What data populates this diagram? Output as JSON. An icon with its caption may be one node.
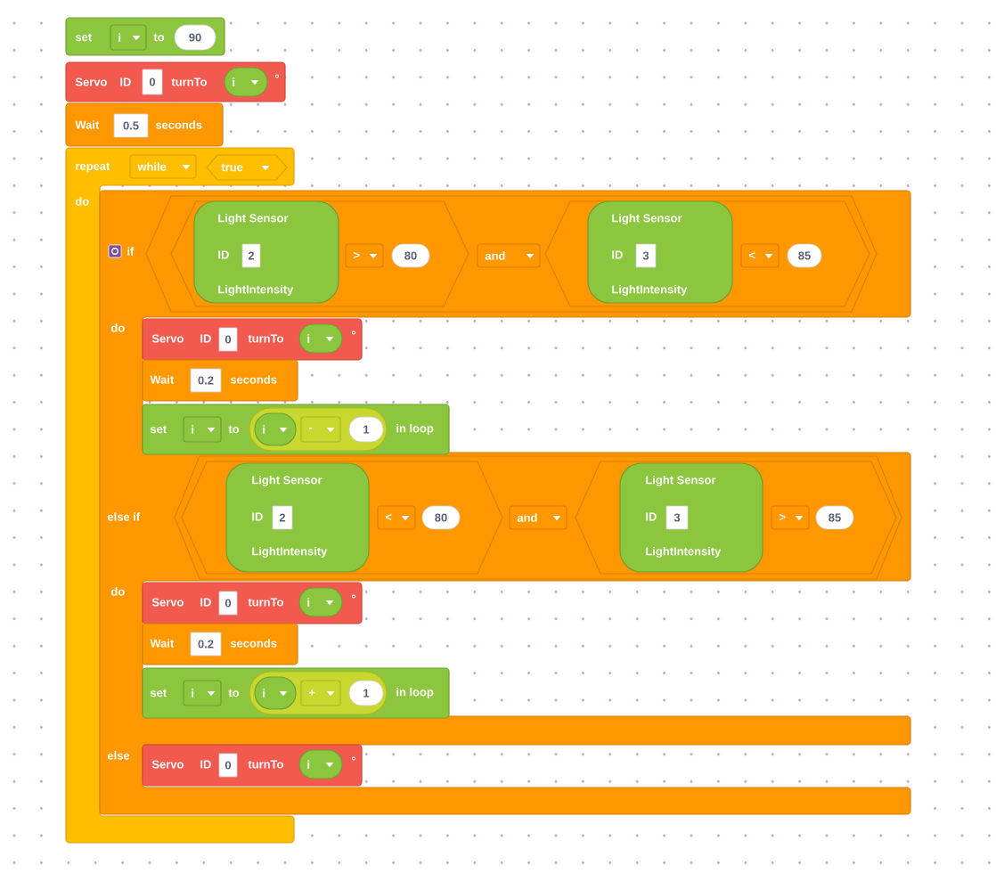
{
  "diagram": {
    "nodes": [
      {
        "text": [
          "set",
          "to"
        ]
      },
      {
        "text": [
          "i"
        ],
        "in": 0
      },
      {
        "text": [
          "90"
        ],
        "in": 0
      },
      {
        "text": [
          "Servo",
          "ID",
          "turnTo",
          "°"
        ]
      },
      {
        "text": [
          "0"
        ],
        "in": 3
      },
      {
        "text": [
          "i"
        ],
        "in": 3
      },
      {
        "text": [
          "Wait",
          "seconds"
        ]
      },
      {
        "text": [
          "0.5"
        ],
        "in": 6
      },
      {
        "text": [
          "repeat",
          "do"
        ]
      },
      {
        "text": [
          "while"
        ],
        "in": 8
      },
      {
        "text": [
          "true"
        ],
        "in": 8
      },
      {
        "text": [
          "if",
          "do",
          "else if",
          "do",
          "else"
        ]
      },
      {
        "text": [],
        "shape": "hexagon",
        "in": 11
      },
      {
        "text": [],
        "shape": "hexagon",
        "in": 12
      },
      {
        "text": [
          "Light Sensor",
          "ID",
          "LightIntensity"
        ],
        "in": 13
      },
      {
        "text": [
          "2"
        ],
        "in": 14
      },
      {
        "text": [
          ">"
        ],
        "in": 13
      },
      {
        "text": [
          "80"
        ],
        "in": 13
      },
      {
        "text": [
          "and"
        ],
        "in": 12
      },
      {
        "text": [],
        "shape": "hexagon",
        "in": 12
      },
      {
        "text": [
          "Light Sensor",
          "ID",
          "LightIntensity"
        ],
        "in": 19
      },
      {
        "text": [
          "3"
        ],
        "in": 20
      },
      {
        "text": [
          "<"
        ],
        "in": 19
      },
      {
        "text": [
          "85"
        ],
        "in": 19
      },
      {
        "text": [
          "Servo",
          "ID",
          "turnTo",
          "°"
        ],
        "in": 11
      },
      {
        "text": [
          "0"
        ],
        "in": 24
      },
      {
        "text": [
          "i"
        ],
        "in": 24
      },
      {
        "text": [
          "Wait",
          "seconds"
        ],
        "in": 11
      },
      {
        "text": [
          "0.2"
        ],
        "in": 27
      },
      {
        "text": [
          "set",
          "to",
          "in loop"
        ],
        "in": 11
      },
      {
        "text": [
          "i"
        ],
        "in": 29
      },
      {
        "text": [],
        "shape": "oval",
        "in": 29
      },
      {
        "text": [
          "i"
        ],
        "in": 31
      },
      {
        "text": [
          "-"
        ],
        "in": 31
      },
      {
        "text": [
          "1"
        ],
        "in": 31
      },
      {
        "text": [],
        "shape": "hexagon",
        "in": 11
      },
      {
        "text": [],
        "shape": "hexagon",
        "in": 35
      },
      {
        "text": [
          "Light Sensor",
          "ID",
          "LightIntensity"
        ],
        "in": 36
      },
      {
        "text": [
          "2"
        ],
        "in": 37
      },
      {
        "text": [
          "<"
        ],
        "in": 36
      },
      {
        "text": [
          "80"
        ],
        "in": 36
      },
      {
        "text": [
          "and"
        ],
        "in": 35
      },
      {
        "text": [],
        "shape": "hexagon",
        "in": 35
      },
      {
        "text": [
          "Light Sensor",
          "ID",
          "LightIntensity"
        ],
        "in": 42
      },
      {
        "text": [
          "3"
        ],
        "in": 43
      },
      {
        "text": [
          ">"
        ],
        "in": 42
      },
      {
        "text": [
          "85"
        ],
        "in": 42
      },
      {
        "text": [
          "Servo",
          "ID",
          "turnTo",
          "°"
        ],
        "in": 11
      },
      {
        "text": [
          "0"
        ],
        "in": 47
      },
      {
        "text": [
          "i"
        ],
        "in": 47
      },
      {
        "text": [
          "Wait",
          "seconds"
        ],
        "in": 11
      },
      {
        "text": [
          "0.2"
        ],
        "in": 50
      },
      {
        "text": [
          "set",
          "to",
          "in loop"
        ],
        "in": 11
      },
      {
        "text": [
          "i"
        ],
        "in": 52
      },
      {
        "text": [],
        "shape": "oval",
        "in": 52
      },
      {
        "text": [
          "i"
        ],
        "in": 54
      },
      {
        "text": [
          "+"
        ],
        "in": 54
      },
      {
        "text": [
          "1"
        ],
        "in": 54
      },
      {
        "text": [
          "Servo",
          "ID",
          "turnTo",
          "°"
        ],
        "in": 11
      },
      {
        "text": [
          "0"
        ],
        "in": 58
      },
      {
        "text": [
          "i"
        ],
        "in": 58
      }
    ]
  }
}
